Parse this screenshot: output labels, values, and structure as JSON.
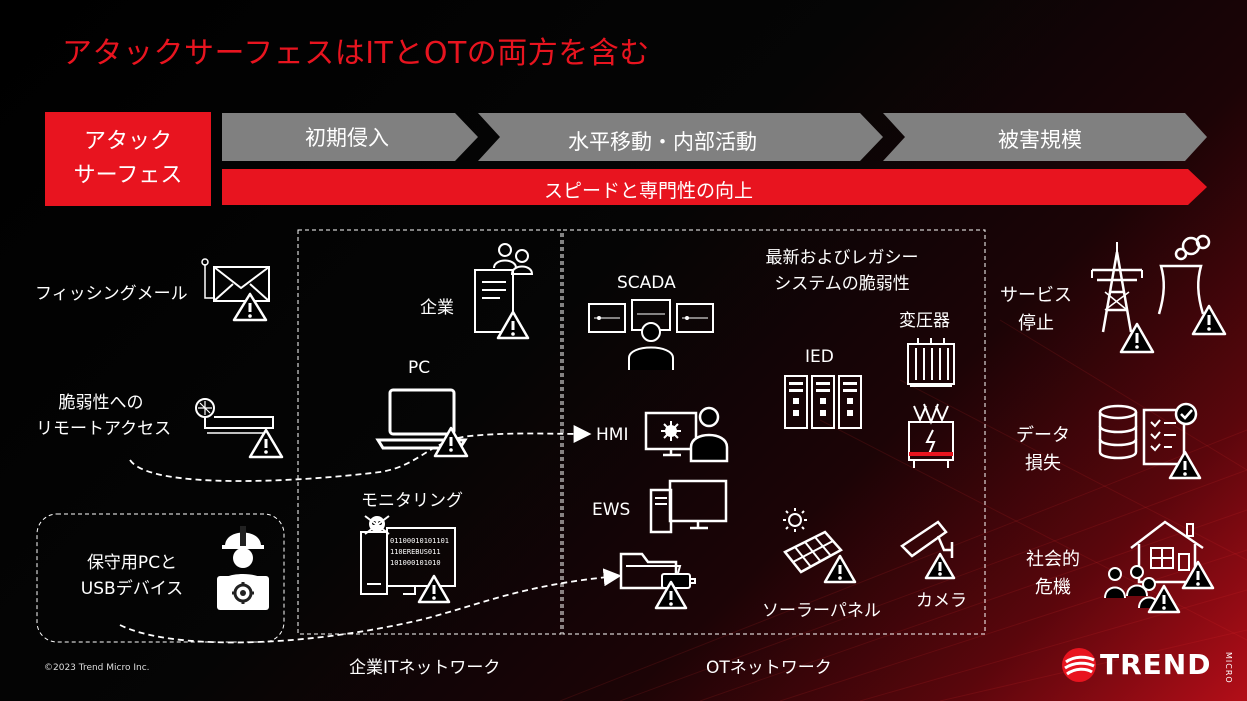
{
  "title": "アタックサーフェスはITとOTの両方を含む",
  "attack_surface": {
    "line1": "アタック",
    "line2": "サーフェス"
  },
  "phases": [
    "初期侵入",
    "水平移動・内部活動",
    "被害規模"
  ],
  "speed_bar": "スピードと専門性の向上",
  "left_items": {
    "phishing": "フィッシングメール",
    "remote_line1": "脆弱性への",
    "remote_line2": "リモートアクセス",
    "maint_line1": "保守用PCと",
    "maint_line2": "USBデバイス"
  },
  "it_network": {
    "label": "企業ITネットワーク",
    "corporate": "企業",
    "pc": "PC",
    "monitoring": "モニタリング",
    "binary": [
      "01100010101101",
      "110EREBUS011",
      "101000101010"
    ]
  },
  "ot_network": {
    "label": "OTネットワーク",
    "scada": "SCADA",
    "legacy_line1": "最新およびレガシー",
    "legacy_line2": "システムの脆弱性",
    "transformer": "変圧器",
    "ied": "IED",
    "hmi": "HMI",
    "ews": "EWS",
    "solar": "ソーラーパネル",
    "camera": "カメラ"
  },
  "impacts": {
    "service_line1": "サービス",
    "service_line2": "停止",
    "data_line1": "データ",
    "data_line2": "損失",
    "social_line1": "社会的",
    "social_line2": "危機"
  },
  "footer": {
    "copyright": "©2023 Trend Micro Inc.",
    "logo": "TREND",
    "logo_micro": "MICRO"
  },
  "colors": {
    "accent_red": "#e8141f",
    "phase_gray": "#808080",
    "background": "#000000"
  }
}
